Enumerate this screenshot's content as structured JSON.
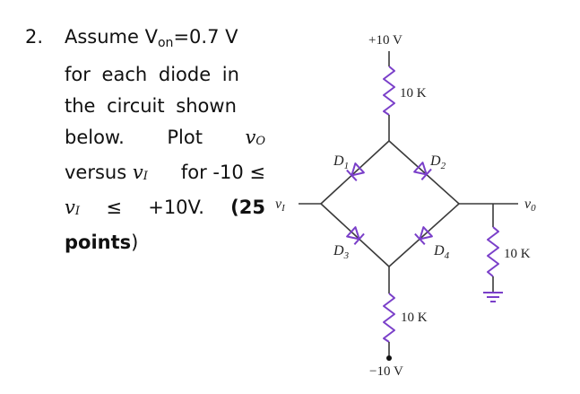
{
  "problem": {
    "number": "2.",
    "lines": [
      {
        "a": "Assume V",
        "sub": "on",
        "b": "=0.7 V"
      },
      {
        "a": "for each diode in"
      },
      {
        "a": "the circuit shown"
      },
      {
        "a": "below.",
        "b": "Plot",
        "var": "v",
        "var_sub": "O"
      },
      {
        "a": "versus",
        "var": "v",
        "var_sub": "I",
        "b": "for -10 ≤"
      },
      {
        "var": "v",
        "var_sub": "I",
        "a": "≤",
        "b": "+10V.",
        "bold": "(25"
      },
      {
        "bold": "points",
        "tail": ")"
      }
    ]
  },
  "circuit": {
    "supply_top": "+10 V",
    "supply_bottom": "−10 V",
    "resistor_top": "10 K",
    "resistor_bottom": "10 K",
    "resistor_load": "10 K",
    "input_label": "v",
    "input_sub": "I",
    "output_label": "v",
    "output_sub": "0",
    "diodes": [
      {
        "name": "D",
        "sub": "1"
      },
      {
        "name": "D",
        "sub": "2"
      },
      {
        "name": "D",
        "sub": "3"
      },
      {
        "name": "D",
        "sub": "4"
      }
    ],
    "colors": {
      "wire": "#3a3a3a",
      "component": "#7a3fc9"
    }
  }
}
